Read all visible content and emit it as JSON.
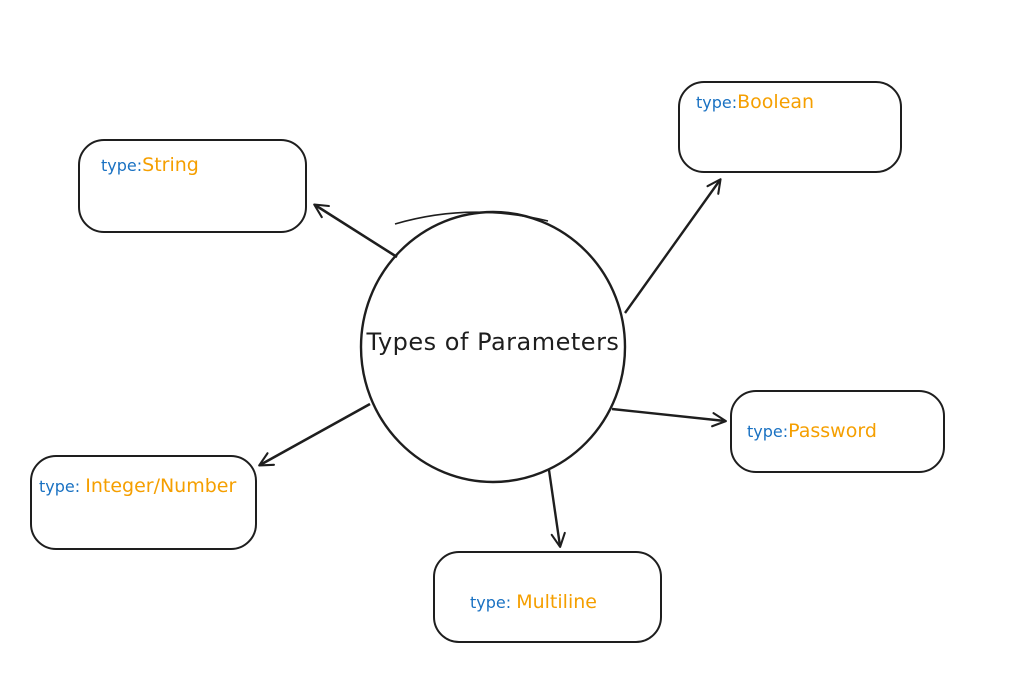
{
  "app": {
    "background": "#ffffff"
  },
  "colors": {
    "stroke": "#1e1e1e",
    "type_prefix": "#1971c2",
    "type_value": "#f59f00"
  },
  "center": {
    "shape": "circle",
    "label": "Types of Parameters"
  },
  "nodes": [
    {
      "id": "string",
      "prefix": "type:",
      "value": "String"
    },
    {
      "id": "boolean",
      "prefix": "type:",
      "value": "Boolean"
    },
    {
      "id": "password",
      "prefix": "type:",
      "value": "Password"
    },
    {
      "id": "multiline",
      "prefix": "type: ",
      "value": "Multiline"
    },
    {
      "id": "integer",
      "prefix": "type: ",
      "value": "Integer/Number"
    }
  ],
  "edges": [
    {
      "from": "center",
      "to": "string"
    },
    {
      "from": "center",
      "to": "boolean"
    },
    {
      "from": "center",
      "to": "password"
    },
    {
      "from": "center",
      "to": "multiline"
    },
    {
      "from": "center",
      "to": "integer"
    }
  ]
}
